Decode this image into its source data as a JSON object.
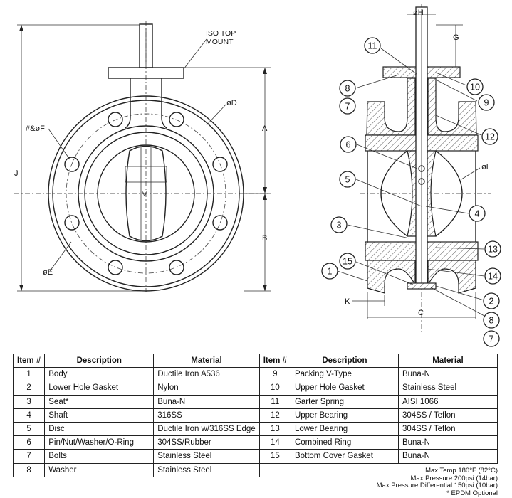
{
  "front_view": {
    "labels": {
      "iso_top_mount_line1": "ISO TOP",
      "iso_top_mount_line2": "MOUNT",
      "d": "øD",
      "f": "#&øF",
      "e": "øE",
      "a": "A",
      "b": "B",
      "j": "J"
    }
  },
  "section_view": {
    "labels": {
      "h": "øH",
      "g": "G",
      "l": "øL",
      "k": "K",
      "c": "C"
    },
    "callouts": [
      "11",
      "8",
      "7",
      "10",
      "9",
      "12",
      "6",
      "5",
      "4",
      "3",
      "13",
      "15",
      "1",
      "14",
      "2",
      "8",
      "7"
    ]
  },
  "bom": {
    "headers": [
      "Item #",
      "Description",
      "Material",
      "Item #",
      "Description",
      "Material"
    ],
    "rows": [
      [
        "1",
        "Body",
        "Ductile Iron A536",
        "9",
        "Packing V-Type",
        "Buna-N"
      ],
      [
        "2",
        "Lower Hole Gasket",
        "Nylon",
        "10",
        "Upper Hole Gasket",
        "Stainless Steel"
      ],
      [
        "3",
        "Seat*",
        "Buna-N",
        "11",
        "Garter Spring",
        "AISI 1066"
      ],
      [
        "4",
        "Shaft",
        "316SS",
        "12",
        "Upper Bearing",
        "304SS / Teflon"
      ],
      [
        "5",
        "Disc",
        "Ductile Iron w/316SS Edge",
        "13",
        "Lower Bearing",
        "304SS / Teflon"
      ],
      [
        "6",
        "Pin/Nut/Washer/O-Ring",
        "304SS/Rubber",
        "14",
        "Combined Ring",
        "Buna-N"
      ],
      [
        "7",
        "Bolts",
        "Stainless Steel",
        "15",
        "Bottom Cover Gasket",
        "Buna-N"
      ],
      [
        "8",
        "Washer",
        "Stainless Steel",
        "",
        "",
        ""
      ]
    ]
  },
  "notes": {
    "line1": "Max Temp 180°F (82°C)",
    "line2": "Max Pressure 200psi (14bar)",
    "line3": "Max Pressure Differential 150psi (10bar)",
    "line4": "* EPDM Optional"
  }
}
